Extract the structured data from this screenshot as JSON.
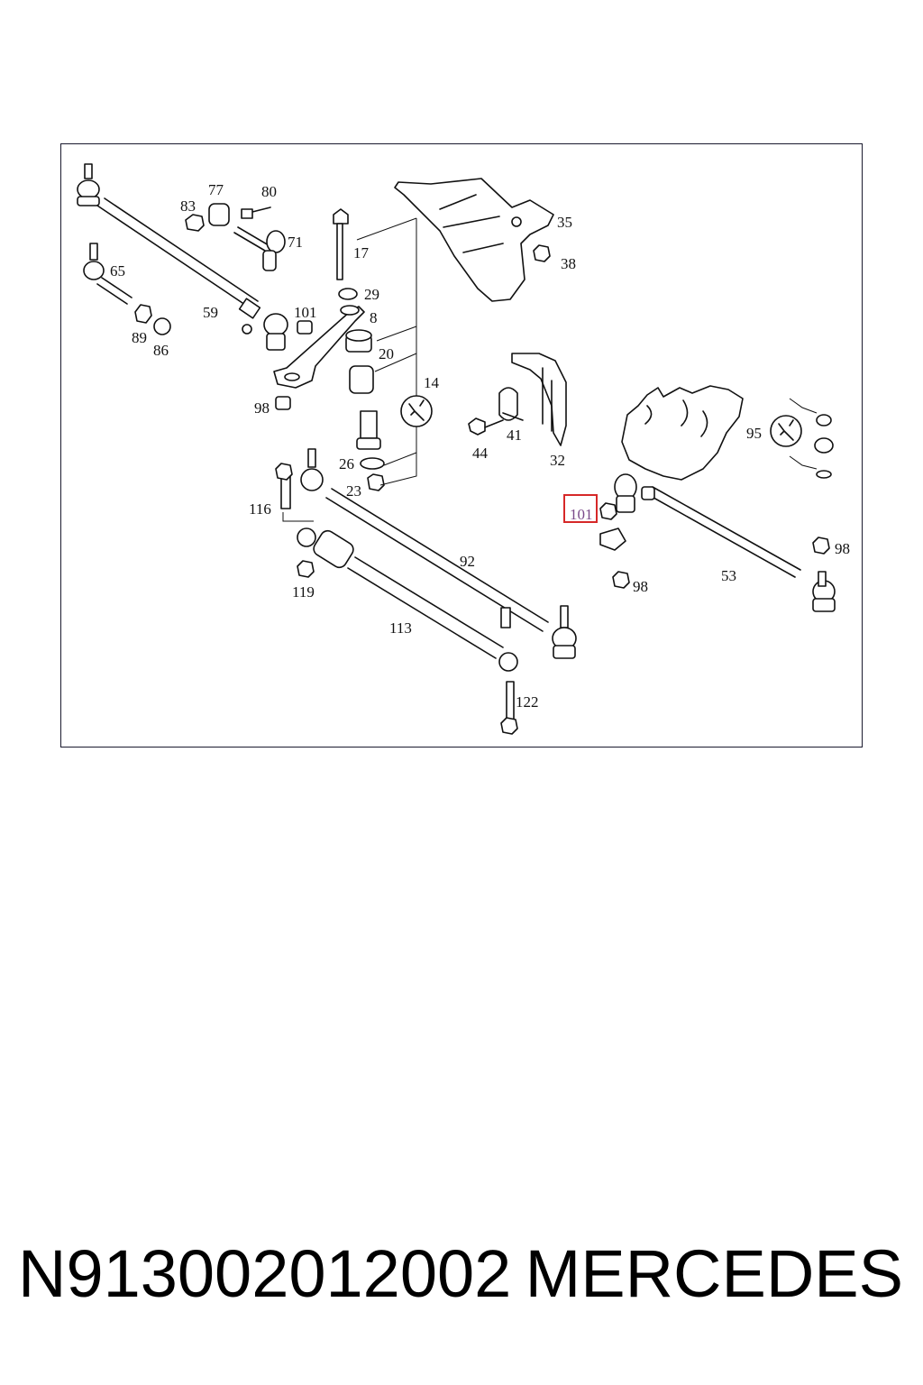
{
  "diagram": {
    "callouts": {
      "c77": "77",
      "c80": "80",
      "c83": "83",
      "c71": "71",
      "c65": "65",
      "c59": "59",
      "c89": "89",
      "c86": "86",
      "c101a": "101",
      "c98a": "98",
      "c17": "17",
      "c29": "29",
      "c8": "8",
      "c20": "20",
      "c14": "14",
      "c26": "26",
      "c23": "23",
      "c35": "35",
      "c38": "38",
      "c41": "41",
      "c44": "44",
      "c32": "32",
      "c95": "95",
      "c116": "116",
      "c119": "119",
      "c92": "92",
      "c113": "113",
      "c122": "122",
      "c101b": "101",
      "c98b": "98",
      "c98c": "98",
      "c53": "53"
    },
    "highlighted_callout": "101",
    "highlight_color": "#d62828"
  },
  "footer": {
    "part_number": "N913002012002",
    "brand": "MERCEDES"
  }
}
